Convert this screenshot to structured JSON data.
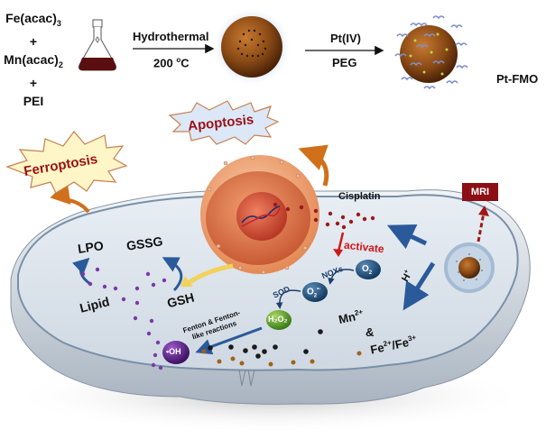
{
  "synthesis": {
    "reagents": [
      "Fe(acac)",
      "+",
      "Mn(acac)",
      "+",
      "PEI"
    ],
    "reagent_subscripts": [
      "3",
      "",
      "2",
      "",
      ""
    ],
    "step1_top": "Hydrothermal",
    "step1_bottom": "200 ",
    "step1_degree": "o",
    "step1_unit": "C",
    "step2_top": "Pt(IV)",
    "step2_bottom": "PEG",
    "product": "Pt-FMO"
  },
  "outcomes": {
    "ferroptosis": "Ferroptosis",
    "apoptosis": "Apoptosis"
  },
  "cell": {
    "cisplatin": "Cisplatin",
    "activate": "activate",
    "mri": "MRI",
    "h_plus": "H",
    "h_sup": "+",
    "noxs": "NOXs",
    "sod": "SOD",
    "o2": "O",
    "o2_sub": "2",
    "o2_radical": "O",
    "o2_radical_sub": "2",
    "o2_radical_sup": "•-",
    "h2o2": "H₂O₂",
    "oh": "•OH",
    "fenton_line1": "Fenton & Fenton-",
    "fenton_line2": "like reactions",
    "mn": "Mn",
    "mn_sup": "2+",
    "amp": "&",
    "fe": "Fe",
    "fe_sup1": "2+",
    "fe_mid": "/Fe",
    "fe_sup2": "3+",
    "lpo": "LPO",
    "lipid": "Lipid",
    "gssg": "GSSG",
    "gsh": "GSH"
  },
  "colors": {
    "nanoparticle_brown": "#7a3f10",
    "nucleus_orange": "#f0a070",
    "cell_fill": "#dfe6ee",
    "arrow_blue": "#2a5a9a",
    "dark_red": "#8b0f14",
    "purple": "#6a2a90",
    "green": "#5a9a2a",
    "navy_bubble": "#1f4f7a",
    "orange_arrow": "#d0701a"
  }
}
